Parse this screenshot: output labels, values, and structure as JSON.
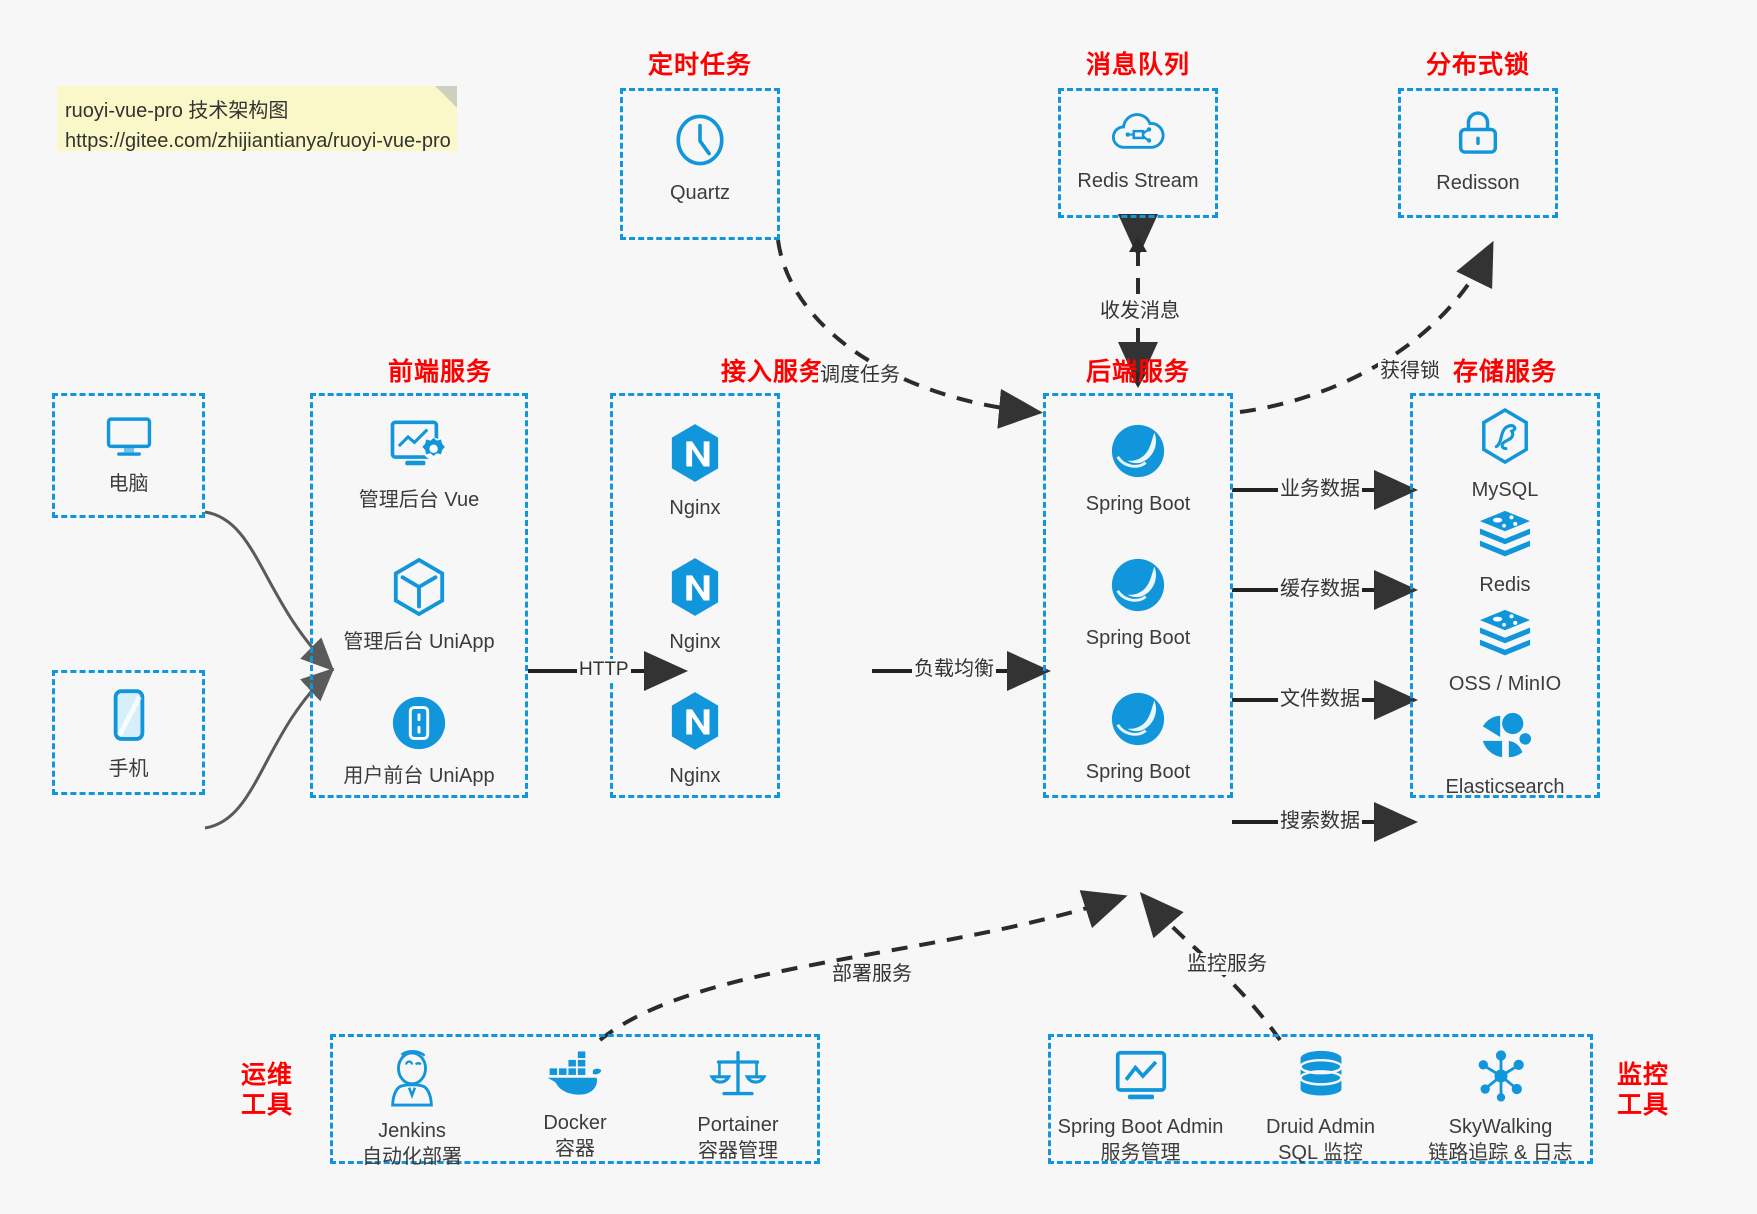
{
  "note": {
    "line1": "ruoyi-vue-pro 技术架构图",
    "line2": "https://gitee.com/zhijiantianya/ruoyi-vue-pro"
  },
  "groups": {
    "scheduled": {
      "title": "定时任务",
      "nodes": [
        {
          "label": "Quartz",
          "icon": "clock-icon"
        }
      ]
    },
    "mq": {
      "title": "消息队列",
      "nodes": [
        {
          "label": "Redis Stream",
          "icon": "cloud-stream-icon"
        }
      ]
    },
    "lock": {
      "title": "分布式锁",
      "nodes": [
        {
          "label": "Redisson",
          "icon": "lock-icon"
        }
      ]
    },
    "clients": {
      "nodes": [
        {
          "label": "电脑",
          "icon": "desktop-icon"
        },
        {
          "label": "手机",
          "icon": "mobile-icon"
        }
      ]
    },
    "frontend": {
      "title": "前端服务",
      "nodes": [
        {
          "label": "管理后台 Vue",
          "icon": "dashboard-icon"
        },
        {
          "label": "管理后台 UniApp",
          "icon": "cube-icon"
        },
        {
          "label": "用户前台 UniApp",
          "icon": "app-icon"
        }
      ]
    },
    "gateway": {
      "title": "接入服务",
      "nodes": [
        {
          "label": "Nginx",
          "icon": "nginx-icon"
        },
        {
          "label": "Nginx",
          "icon": "nginx-icon"
        },
        {
          "label": "Nginx",
          "icon": "nginx-icon"
        }
      ]
    },
    "backend": {
      "title": "后端服务",
      "nodes": [
        {
          "label": "Spring Boot",
          "icon": "spring-icon"
        },
        {
          "label": "Spring Boot",
          "icon": "spring-icon"
        },
        {
          "label": "Spring Boot",
          "icon": "spring-icon"
        }
      ]
    },
    "storage": {
      "title": "存储服务",
      "nodes": [
        {
          "label": "MySQL",
          "icon": "mysql-icon"
        },
        {
          "label": "Redis",
          "icon": "redis-icon"
        },
        {
          "label": "OSS / MinIO",
          "icon": "minio-icon"
        },
        {
          "label": "Elasticsearch",
          "icon": "elasticsearch-icon"
        }
      ]
    },
    "devops": {
      "title_line1": "运维",
      "title_line2": "工具",
      "nodes": [
        {
          "label": "Jenkins",
          "sub": "自动化部署",
          "icon": "jenkins-icon"
        },
        {
          "label": "Docker",
          "sub": "容器",
          "icon": "docker-icon"
        },
        {
          "label": "Portainer",
          "sub": "容器管理",
          "icon": "scales-icon"
        }
      ]
    },
    "monitor": {
      "title_line1": "监控",
      "title_line2": "工具",
      "nodes": [
        {
          "label": "Spring Boot Admin",
          "sub": "服务管理",
          "icon": "monitor-chart-icon"
        },
        {
          "label": "Druid Admin",
          "sub": "SQL 监控",
          "icon": "database-icon"
        },
        {
          "label": "SkyWalking",
          "sub": "链路追踪 & 日志",
          "icon": "skywalking-icon"
        }
      ]
    }
  },
  "edges": {
    "http": "HTTP",
    "load_balance": "负载均衡",
    "schedule_task": "调度任务",
    "send_receive_msg": "收发消息",
    "acquire_lock": "获得锁",
    "biz_data": "业务数据",
    "cache_data": "缓存数据",
    "file_data": "文件数据",
    "search_data": "搜索数据",
    "deploy_service": "部署服务",
    "monitor_service": "监控服务"
  },
  "colors": {
    "accent": "#1296db",
    "title": "#ff0000",
    "wire": "#333333",
    "bg": "#f7f7f7",
    "note": "#faf7c8"
  }
}
